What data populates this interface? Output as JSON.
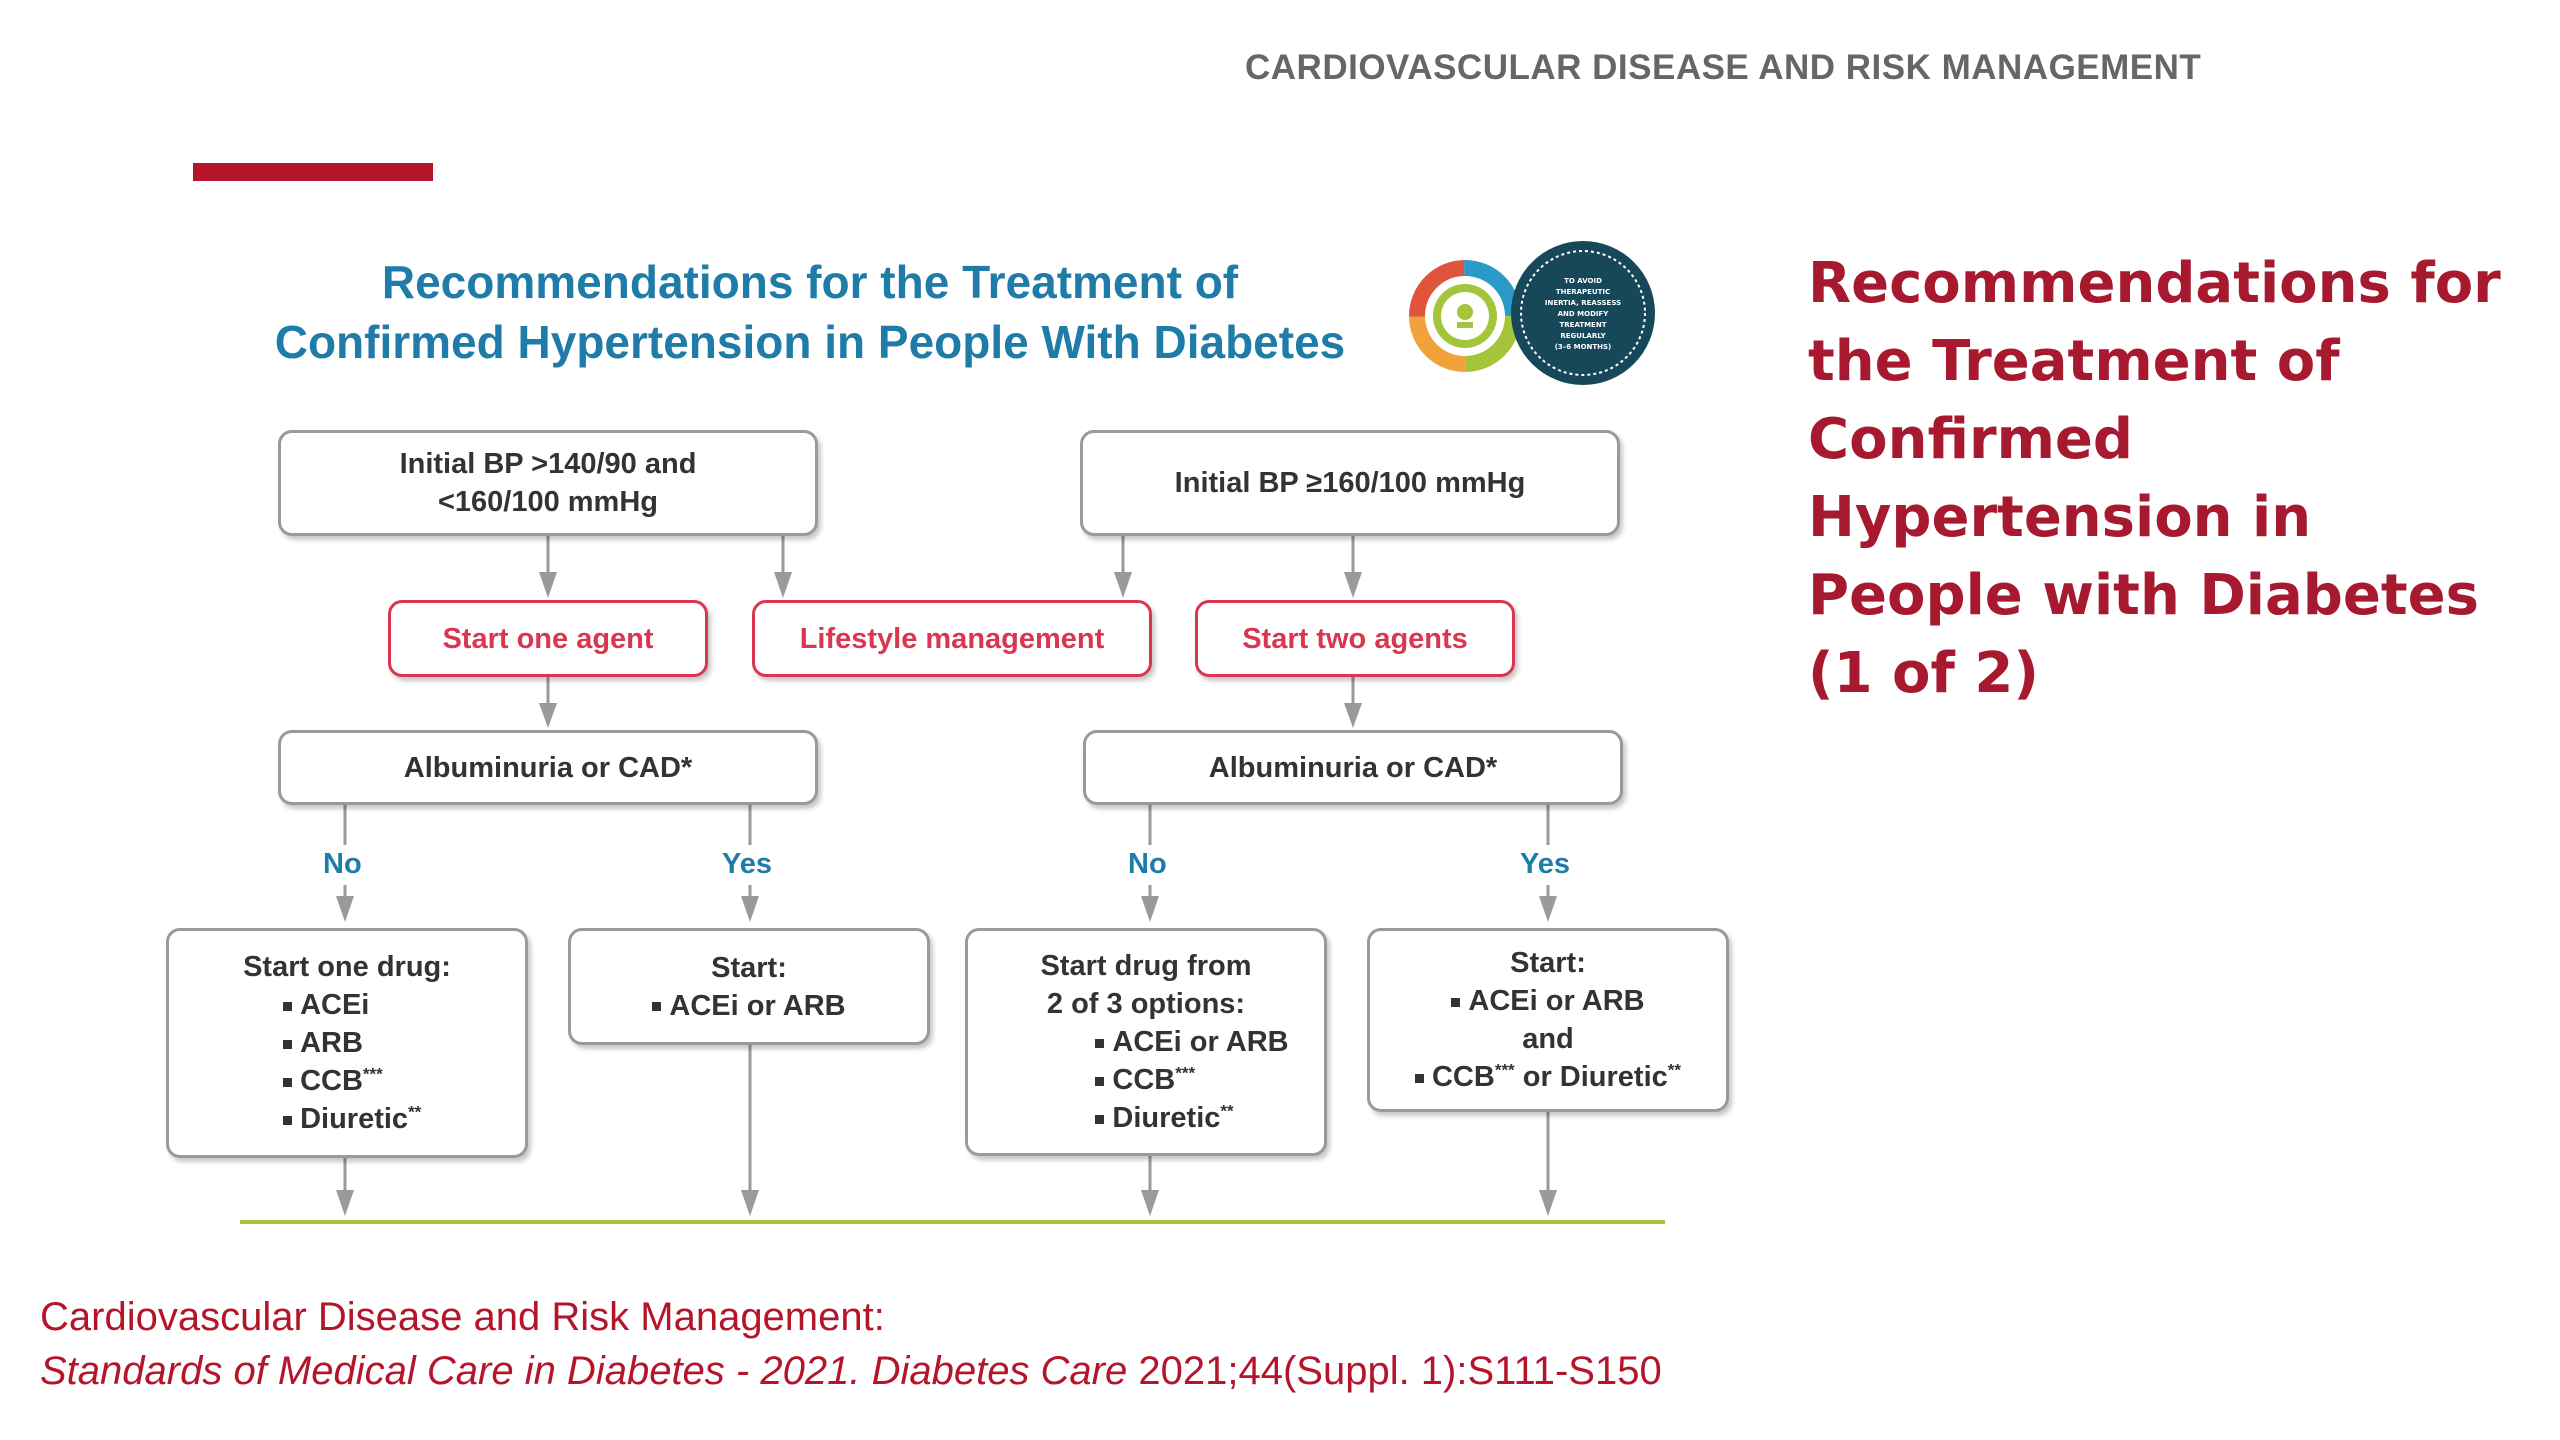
{
  "header": {
    "section_label": "CARDIOVASCULAR DISEASE AND RISK MANAGEMENT"
  },
  "slide_title": "Recommendations for the Treatment of Confirmed Hypertension in People with Diabetes (1 of 2)",
  "diagram": {
    "title_line1": "Recommendations for the Treatment of",
    "title_line2": "Confirmed Hypertension in People With Diabetes",
    "badge_text": [
      "TO AVOID",
      "THERAPEUTIC",
      "INERTIA, REASSESS",
      "AND MODIFY",
      "TREATMENT",
      "REGULARLY",
      "(3–6 MONTHS)"
    ],
    "boxes": {
      "initial_low_line1": "Initial BP >140/90 and",
      "initial_low_line2": "<160/100 mmHg",
      "initial_high": "Initial BP ≥160/100 mmHg",
      "start_one_agent": "Start one agent",
      "lifestyle": "Lifestyle management",
      "start_two_agents": "Start two agents",
      "albuminuria_left": "Albuminuria or CAD*",
      "albuminuria_right": "Albuminuria or CAD*"
    },
    "labels": {
      "no": "No",
      "yes": "Yes"
    },
    "outcomes": {
      "one_drug": {
        "heading": "Start one drug:",
        "items": [
          "ACEi",
          "ARB",
          "CCB",
          "Diuretic"
        ],
        "ccb_mark": "***",
        "diuretic_mark": "**"
      },
      "start_acei_arb": {
        "heading": "Start:",
        "item": "ACEi or ARB"
      },
      "two_of_three": {
        "heading_line1": "Start drug from",
        "heading_line2": "2 of 3 options:",
        "items": [
          "ACEi or ARB",
          "CCB",
          "Diuretic"
        ],
        "ccb_mark": "***",
        "diuretic_mark": "**"
      },
      "combo": {
        "heading": "Start:",
        "item1": "ACEi or ARB",
        "and": "and",
        "item2_a": "CCB",
        "item2_a_mark": "***",
        "item2_b": " or Diuretic",
        "item2_b_mark": "**"
      }
    }
  },
  "citation": {
    "line1": "Cardiovascular Disease and Risk Management:",
    "line2_italic": "Standards of Medical Care in Diabetes - 2021. Diabetes Care",
    "line2_plain": " 2021;44(Suppl. 1):S111-S150"
  },
  "colors": {
    "accent_red": "#b5152a",
    "title_red": "#a6192e",
    "diagram_blue": "#1f7ca8",
    "box_red": "#d9374f",
    "baseline_green": "#a4c43a",
    "badge_teal": "#17485a"
  }
}
